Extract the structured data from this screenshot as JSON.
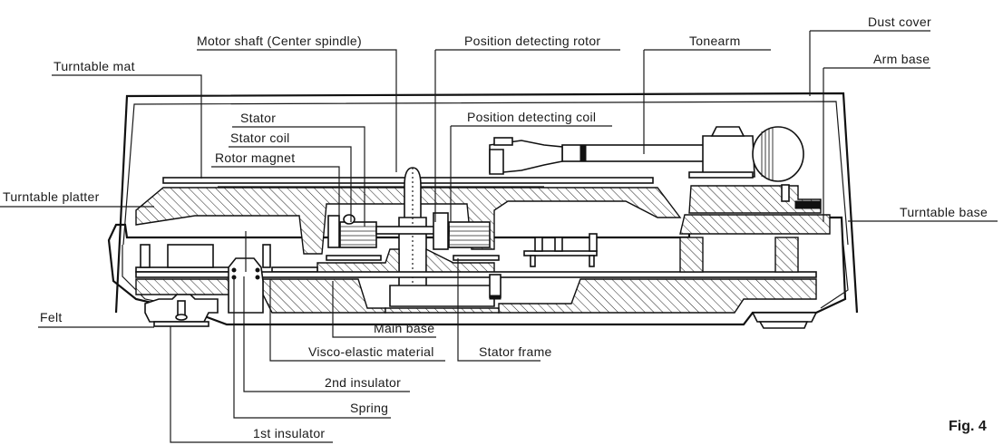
{
  "figure": {
    "caption": "Fig. 4",
    "subject": "Direct-drive turntable cross-section"
  },
  "labels": {
    "motor_shaft": "Motor shaft (Center spindle)",
    "position_detecting_rotor": "Position detecting rotor",
    "tonearm": "Tonearm",
    "dust_cover": "Dust cover",
    "arm_base": "Arm base",
    "turntable_mat": "Turntable mat",
    "stator": "Stator",
    "stator_coil": "Stator coil",
    "rotor_magnet": "Rotor magnet",
    "position_detecting_coil": "Position detecting coil",
    "turntable_platter": "Turntable platter",
    "turntable_base": "Turntable base",
    "felt": "Felt",
    "main_base": "Main base",
    "visco_elastic_material": "Visco-elastic material",
    "stator_frame": "Stator frame",
    "second_insulator": "2nd insulator",
    "spring": "Spring",
    "first_insulator": "1st insulator"
  }
}
